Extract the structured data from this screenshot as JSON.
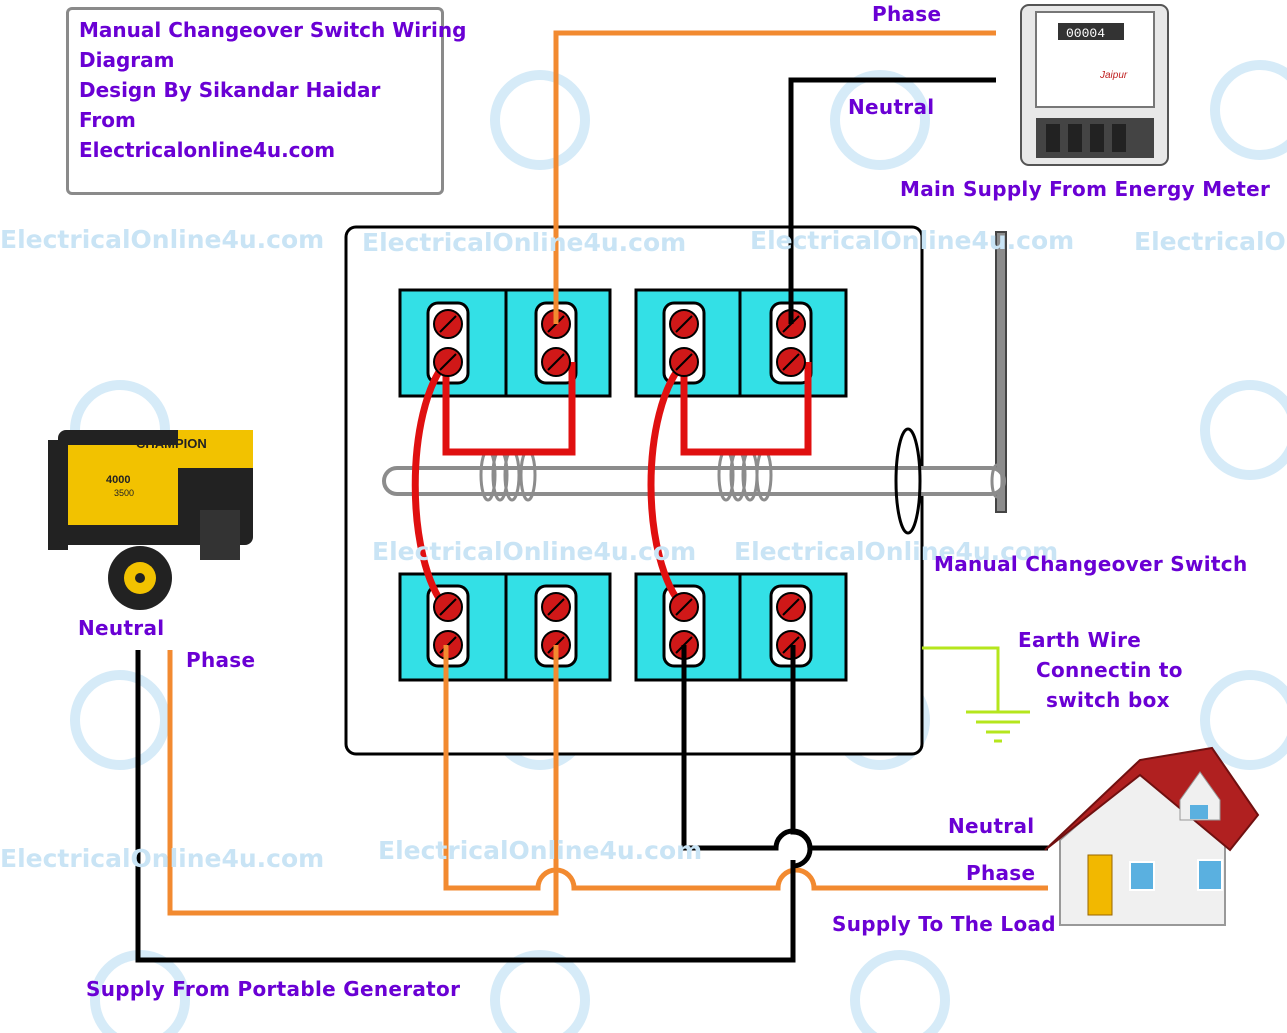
{
  "title_box": {
    "line1": "Manual Changeover Switch Wiring",
    "line2": "Diagram",
    "line3": "Design By Sikandar Haidar",
    "line4": "From",
    "line5": "Electricalonline4u.com"
  },
  "labels": {
    "phase_top": "Phase",
    "neutral_top": "Neutral",
    "main_supply": "Main Supply From Energy Meter",
    "switch_name": "Manual Changeover Switch",
    "earth_line1": "Earth Wire",
    "earth_line2": "Connectin to",
    "earth_line3": "switch box",
    "gen_neutral": "Neutral",
    "gen_phase": "Phase",
    "load_neutral": "Neutral",
    "load_phase": "Phase",
    "supply_load": "Supply To The Load",
    "supply_gen": "Supply From Portable Generator"
  },
  "watermark": "ElectricalOnline4u.com",
  "devices": {
    "meter_display": "00004",
    "meter_brand": "Jaipur",
    "gen_brand": "CHAMPION",
    "gen_watts": "4000",
    "gen_running": "3500"
  },
  "colors": {
    "label": "#6a00d4",
    "phase_wire": "#f28a30",
    "neutral_wire": "#000000",
    "jumper_wire": "#e01010",
    "terminal_block": "#33e0e6",
    "earth_wire": "#b5e61d"
  }
}
